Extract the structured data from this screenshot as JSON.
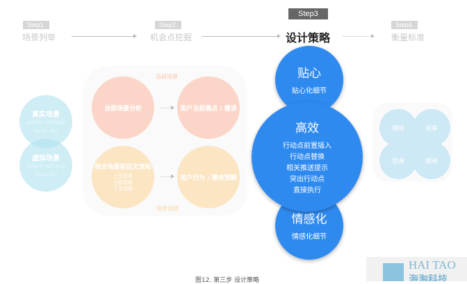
{
  "steps": [
    {
      "tag": "Step1.",
      "label": "场景列举"
    },
    {
      "tag": "Step2.",
      "label": "机会点挖掘"
    },
    {
      "tag": "Step3",
      "label": "设计策略"
    },
    {
      "tag": "Step4.",
      "label": "衡量标准"
    }
  ],
  "left": {
    "real": {
      "title": "真实场景",
      "line1": "when  where",
      "line2": "how  do"
    },
    "virtual": {
      "title": "虚拟场景",
      "line1": "when  where",
      "line2": "how  do"
    }
  },
  "panel": {
    "top_label": "当前场景",
    "bottom_label": "场景流转",
    "c1": "当前场景分析",
    "c2": "用户当前痛点 / 需求",
    "c3": "结合场景前后文流动",
    "c3_sub": [
      "上文场景",
      "当前场景",
      "下文场景"
    ],
    "c4": "用户行为 / 需求预期"
  },
  "strategy": {
    "top": {
      "title": "贴心",
      "items": [
        "贴心化细节"
      ]
    },
    "mid": {
      "title": "高效",
      "items": [
        "行动点前置插入",
        "行动点替换",
        "相关推送提示",
        "突出行动点",
        "直接执行"
      ]
    },
    "bot": {
      "title": "情感化",
      "items": [
        "情感化细节"
      ]
    }
  },
  "metrics": [
    "感动",
    "效率",
    "惊喜",
    "期待"
  ],
  "caption": "图12. 第三步 设计策略",
  "logo": {
    "en": "HAI TAO",
    "cn": "海淘科技"
  }
}
